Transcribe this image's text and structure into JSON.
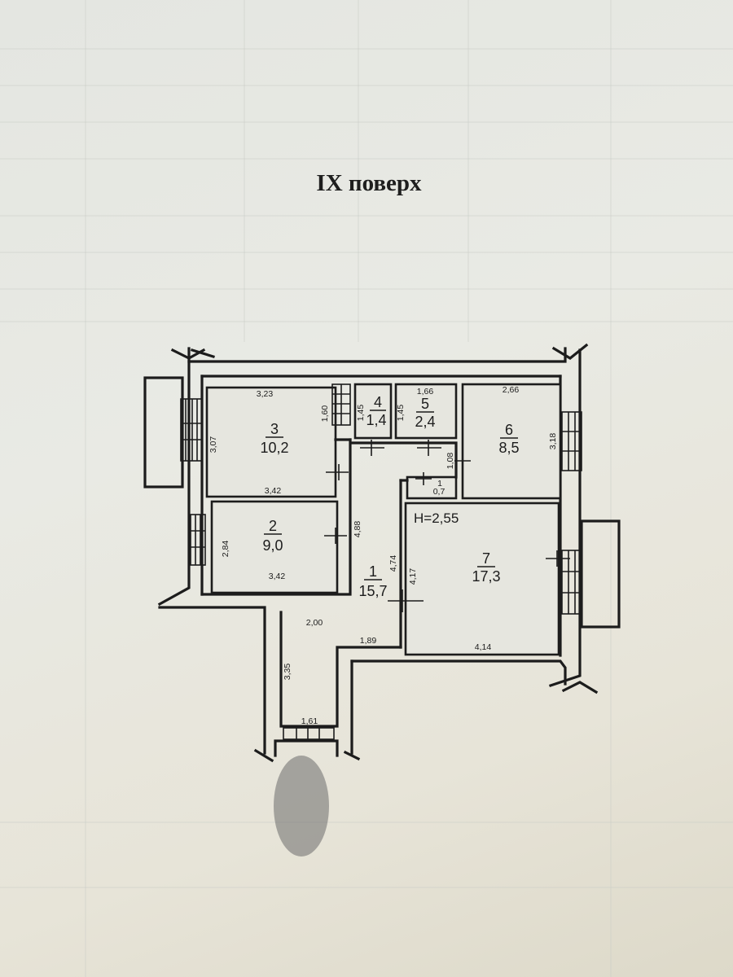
{
  "title": "IX поверх",
  "ceiling_height": "H=2,55",
  "rooms": [
    {
      "number": "1",
      "area": "15,7"
    },
    {
      "number": "2",
      "area": "9,0"
    },
    {
      "number": "3",
      "area": "10,2"
    },
    {
      "number": "4",
      "area": "1,4"
    },
    {
      "number": "5",
      "area": "2,4"
    },
    {
      "number": "6",
      "area": "8,5"
    },
    {
      "number": "7",
      "area": "17,3"
    }
  ],
  "dimensions": {
    "r3_top": "3,23",
    "r3_side": "3,07",
    "r3_side_right": "1,60",
    "r3_bottom": "3,42",
    "r2_side": "2,84",
    "r2_bottom": "3,42",
    "r4_side": "1,45",
    "r5_side": "1,45",
    "r5_top": "1,66",
    "r6_top": "2,66",
    "r6_side": "3,18",
    "closet_side": "1,08",
    "closet_top": "1",
    "closet_bottom": "0,7",
    "r7_side_left": "4,17",
    "r7_bottom": "4,14",
    "hall_side_a": "4,88",
    "hall_side_b": "4,74",
    "hall_width": "2,00",
    "hall_bottom": "1,89",
    "corridor_side": "3,35",
    "corridor_width": "1,61"
  }
}
